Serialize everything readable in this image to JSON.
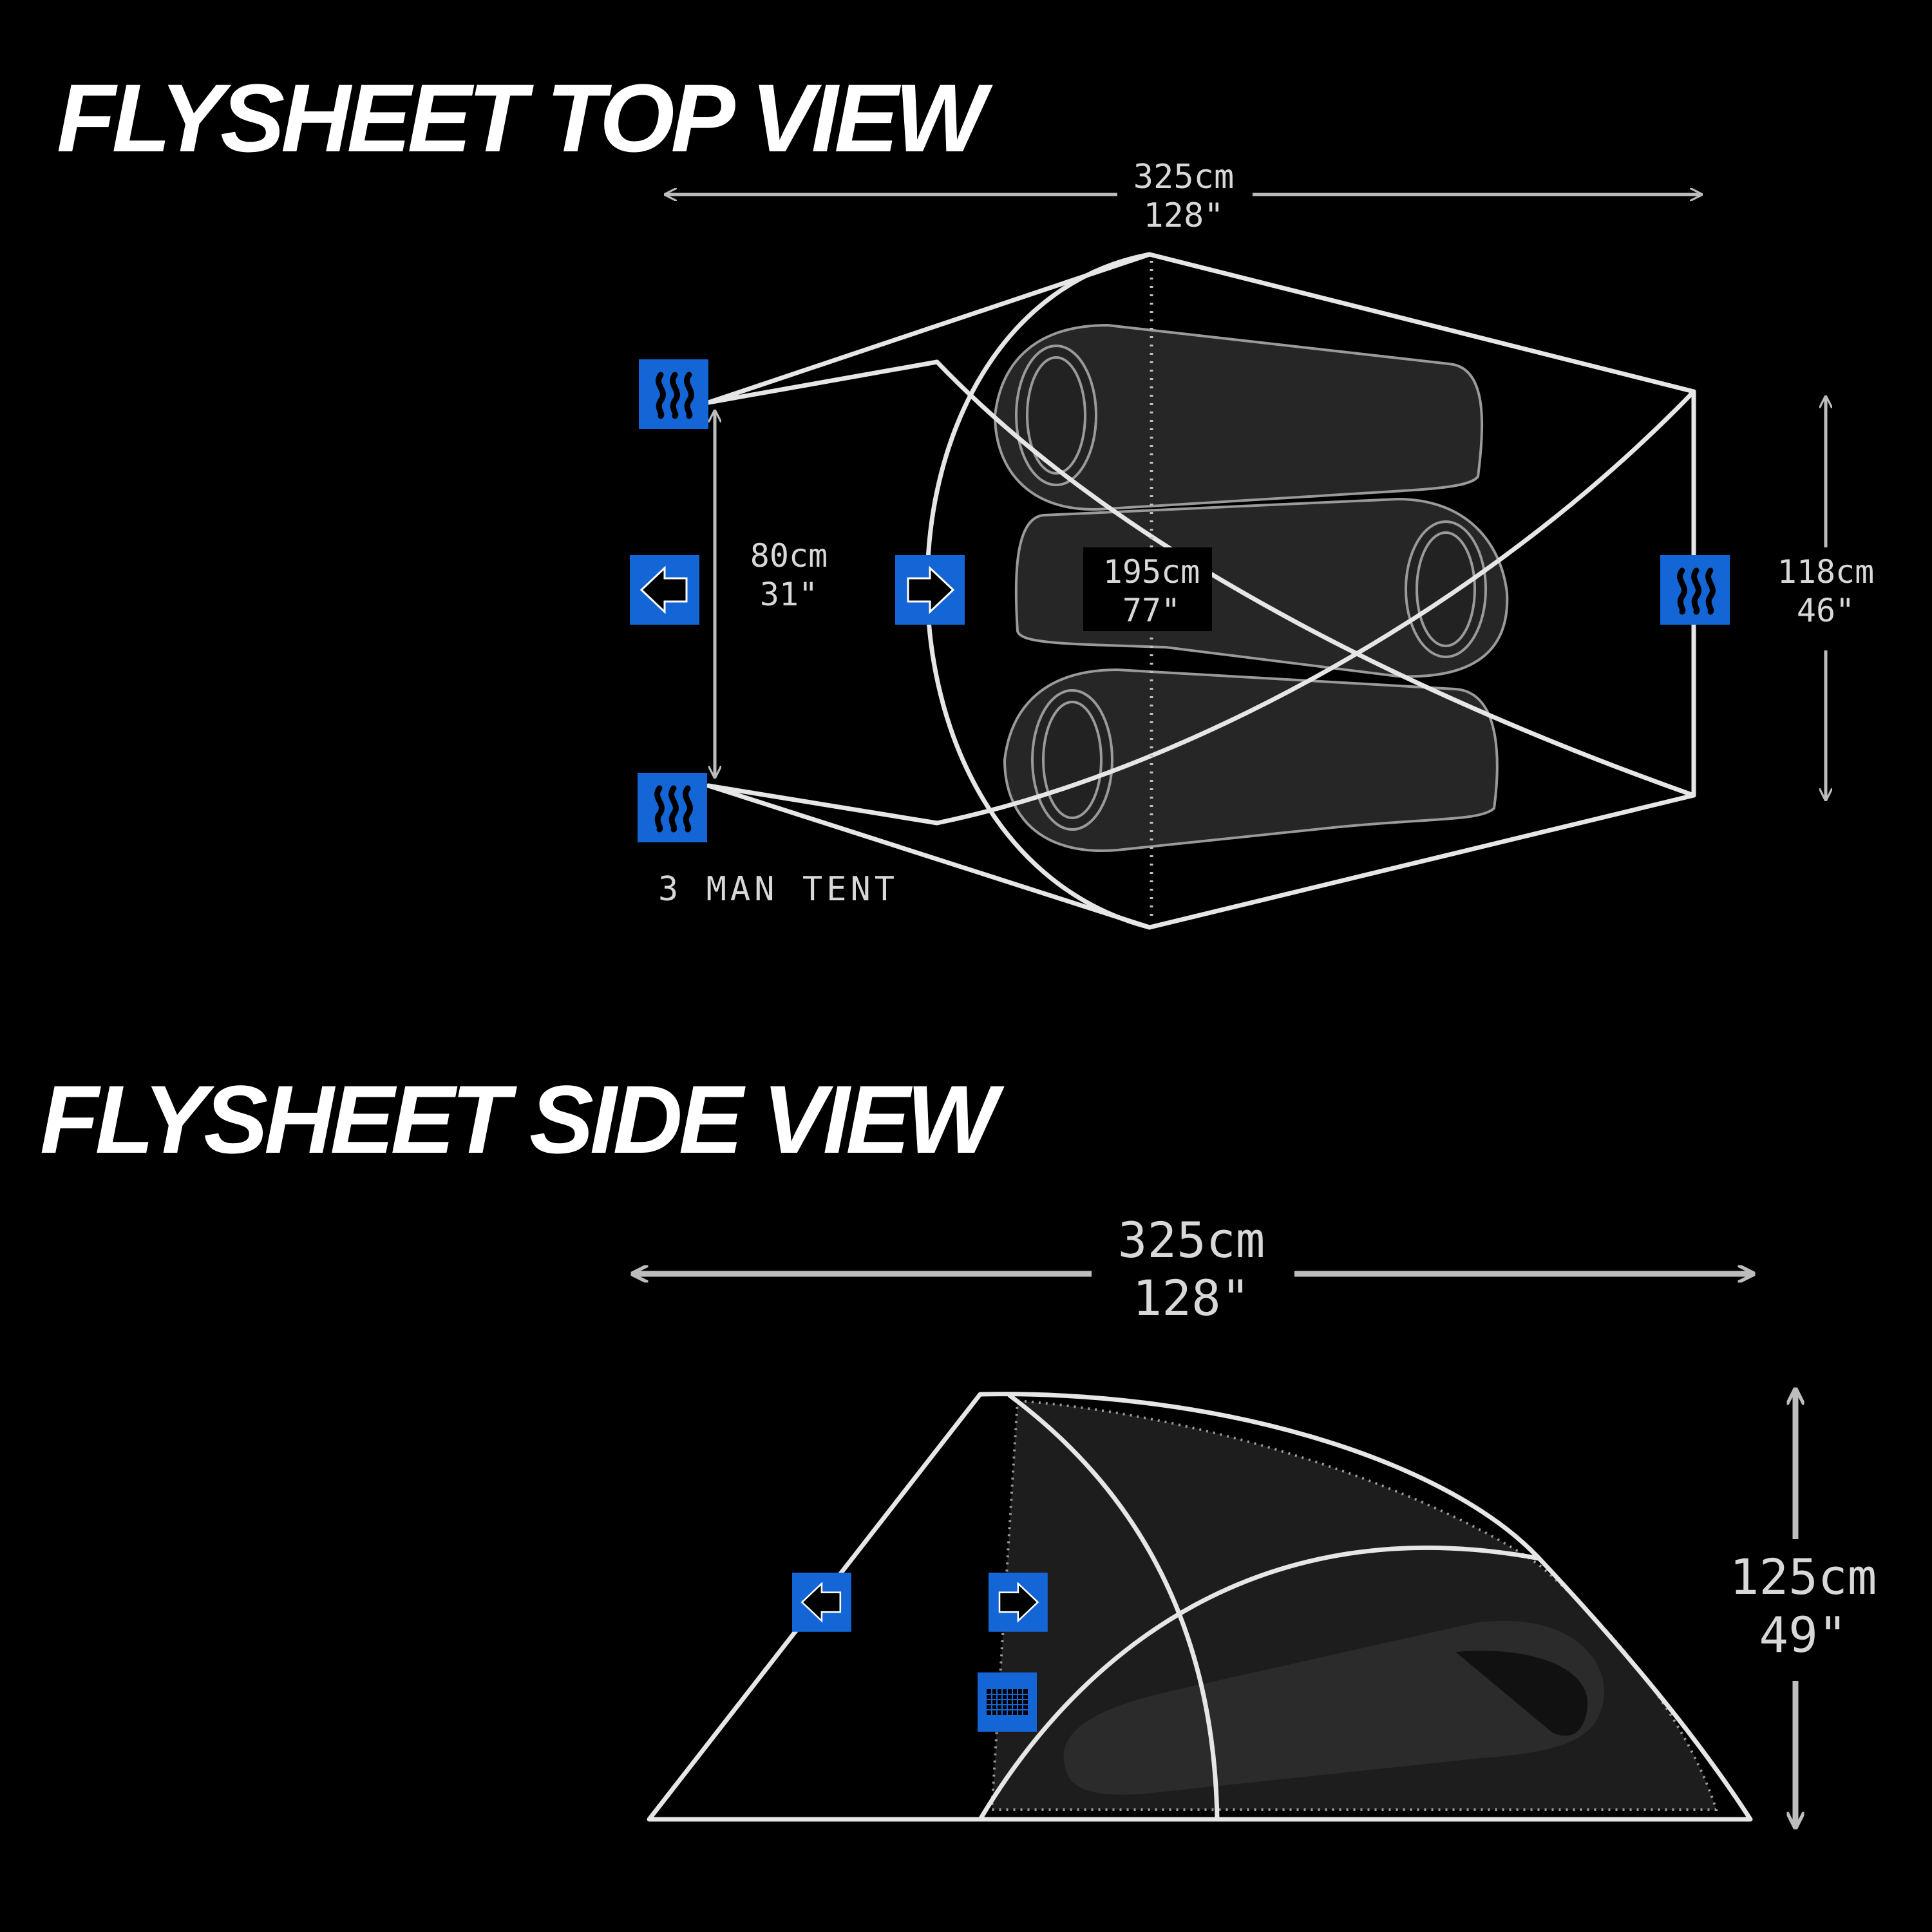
{
  "top_view": {
    "title": "FLYSHEET TOP VIEW",
    "length_cm": "325cm",
    "length_in": "128\"",
    "width_cm": "118cm",
    "width_in": "46\"",
    "vestibule_cm": "80cm",
    "vestibule_in": "31\"",
    "inner_cm": "195cm",
    "inner_in": "77\"",
    "capacity_label": "3 MAN TENT"
  },
  "side_view": {
    "title": "FLYSHEET SIDE VIEW",
    "length_cm": "325cm",
    "length_in": "128\"",
    "height_cm": "125cm",
    "height_in": "49\""
  },
  "icons": [
    "vent-icon",
    "door-exit-icon",
    "door-enter-icon",
    "mesh-icon"
  ],
  "colors": {
    "accent": "#1466d6",
    "background": "#000000",
    "outline": "#e6e6e6"
  }
}
